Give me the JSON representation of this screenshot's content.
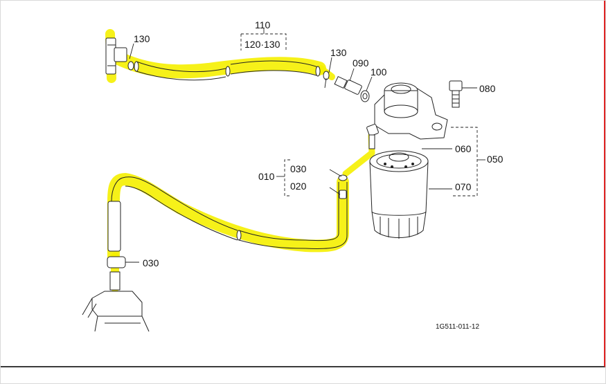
{
  "highlight_color": "#f5f000",
  "frame_right_color": "#e02020",
  "labels": {
    "p130_left": "130",
    "p110": "110",
    "p120_130": "120·130",
    "p130_right": "130",
    "p090": "090",
    "p100": "100",
    "p080": "080",
    "p060": "060",
    "p050": "050",
    "p010": "010",
    "p030_upper": "030",
    "p020": "020",
    "p070": "070",
    "p030_lower": "030",
    "figure_code": "1G511-011-12"
  }
}
